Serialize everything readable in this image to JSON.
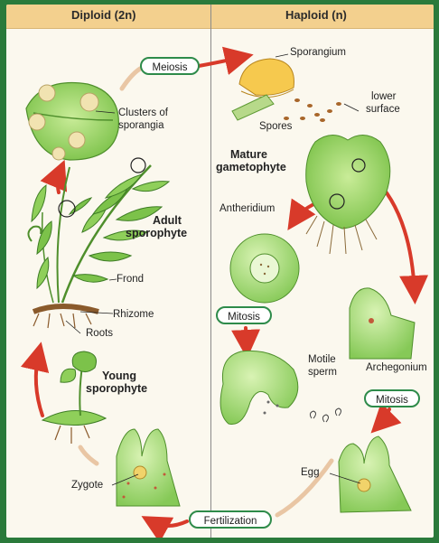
{
  "headers": {
    "diploid": "Diploid (2n)",
    "haploid": "Haploid (n)"
  },
  "stages": {
    "meiosis": "Meiosis",
    "mitosis_1": "Mitosis",
    "mitosis_2": "Mitosis",
    "fertilization": "Fertilization"
  },
  "labels": {
    "clusters_1": "Clusters of",
    "clusters_2": "sporangia",
    "sporangium": "Sporangium",
    "spores": "Spores",
    "lower_1": "lower",
    "lower_2": "surface",
    "mature_1": "Mature",
    "mature_2": "gametophyte",
    "antheridium": "Antheridium",
    "adult_1": "Adult",
    "adult_2": "sporophyte",
    "frond": "Frond",
    "rhizome": "Rhizome",
    "roots": "Roots",
    "young_1": "Young",
    "young_2": "sporophyte",
    "motile_1": "Motile",
    "motile_2": "sperm",
    "archegonium": "Archegonium",
    "zygote": "Zygote",
    "egg": "Egg"
  },
  "colors": {
    "background_frame": "#2a7a3b",
    "header_band": "#f3d08e",
    "stage_pill_border": "#2e8b4a",
    "arrow_red": "#d83a2a",
    "plant_green": "#8fcf5a"
  }
}
